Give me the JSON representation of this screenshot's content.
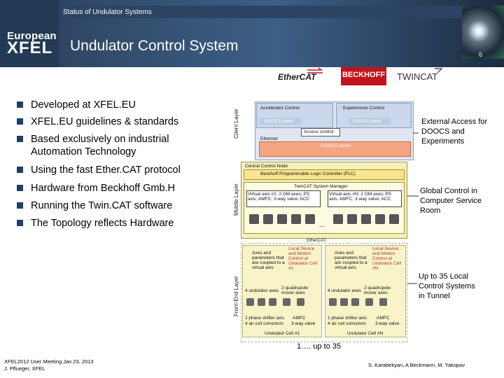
{
  "header": {
    "status": "Status of Undulator Systems",
    "title": "Undulator Control System",
    "page_number": "6",
    "logo_top": "European",
    "logo_main": "XFEL"
  },
  "logos": {
    "ethercat": "EtherCAT",
    "beckhoff": "BECKHOFF",
    "twincat": "TWINCAT"
  },
  "bullets": [
    "Developed at XFEL.EU",
    "XFEL.EU guidelines & standards",
    "Based exclusively on industrial Automation Technology",
    "Using the fast Ether.CAT protocol",
    "Hardware from Beckhoff Gmb.H",
    "Running the Twin.CAT software",
    "The Topology reflects Hardware"
  ],
  "diagram": {
    "layers": {
      "client": "Client Layer",
      "middle": "Middle Layer",
      "front": "Front-End Layer"
    },
    "client": {
      "accelerator": "Accelerator Control",
      "experiments": "Experiments Control",
      "doocs_client_1": "DOOCS client",
      "doocs_client_2": "DOOCS client",
      "access_control": "Access control",
      "ethernet": "Ethernet",
      "doocs_server": "DOOCS server"
    },
    "middle": {
      "central_node": "Central Control Node",
      "plc": "Beckhoff Programmable Logic Controller (PLC)",
      "tsm": "TwinCAT System Manager",
      "virtual_1": "Virtual axis #1: 2 GM axes; PS axis; AMFC; 3-way valve; ACC",
      "virtual_n": "Virtual axis #N: 2 GM axes; PS axis; AMFC; 3-way valve; ACC",
      "ethercat_label": "EtherCAT"
    },
    "front": {
      "cell_1_axes": "Axes and parameters that are coupled to a virtual axis",
      "cell_1_local": "Local Device and Motion Control at Undulator Cell #1",
      "cell_n_axes": "Axes and parameters that are coupled to a virtual axis",
      "cell_n_local": "Local Device and Motion Control at Undulator Cell #N",
      "undulator_axes": "4 undulator axes",
      "quadrupole": "2 quadrupole mover axes",
      "phase_shifter": "1 phase shifter axis",
      "air_coil": "4 air coil correctors",
      "amfc": "AMFC",
      "valve": "3-way valve",
      "cell_1_label": "Undulator Cell #1",
      "cell_n_label": "Undulator Cell #N"
    },
    "notes": {
      "external": "External Access for DOOCS and Experiments",
      "global": "Global Control in Computer Service Room",
      "local": "Up to 35 Local Control Systems in Tunnel"
    },
    "range": "1…. up to 35"
  },
  "footer": {
    "event": "XFEL2012 User Meeting Jan 23, 2013",
    "presenter": "J. Pflueger, XFEL",
    "authors": "S. Karabekyan, A Beckmann, M. Yakopov"
  },
  "colors": {
    "header_dark": "#233a55",
    "bullet": "#1f3f6b",
    "client_box": "#dfe6f1",
    "middle_box": "#f3f0b8",
    "front_box": "#f8f4c8",
    "beckhoff_red": "#c4141b"
  }
}
